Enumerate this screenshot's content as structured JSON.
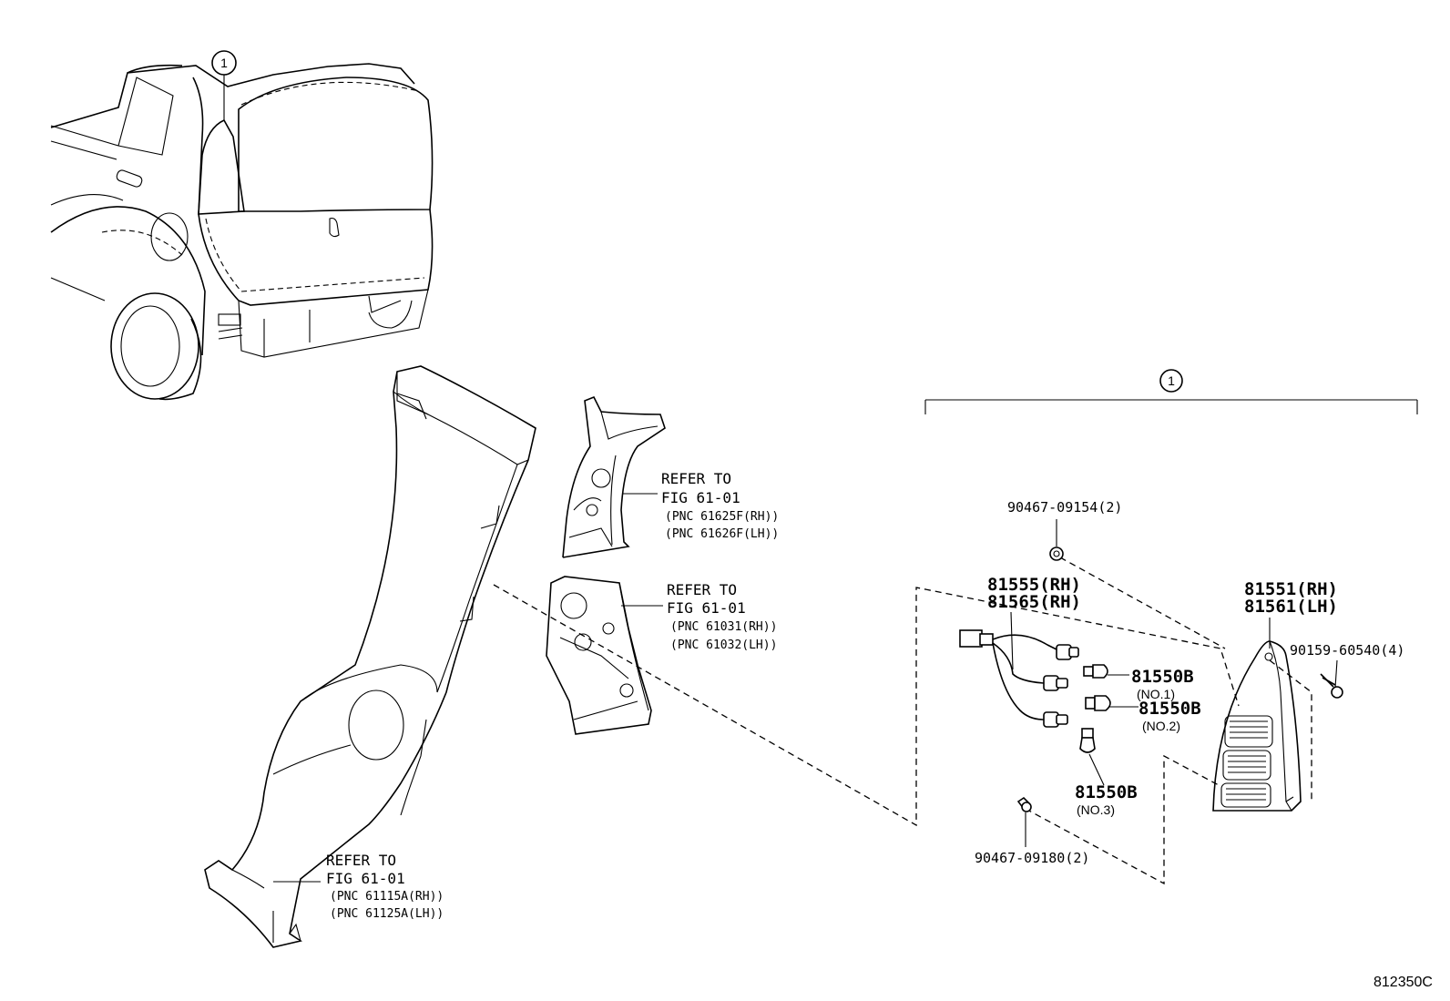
{
  "callout_top": "1",
  "callout_assembly": "1",
  "refs": {
    "quarter_panel": {
      "line1": "REFER TO",
      "line2": "FIG 61-01",
      "pnc_rh": "(PNC 61115A(RH))",
      "pnc_lh": "(PNC 61125A(LH))"
    },
    "inner_panel_upper": {
      "line1": "REFER TO",
      "line2": "FIG 61-01",
      "pnc_rh": "(PNC 61625F(RH))",
      "pnc_lh": "(PNC 61626F(LH))"
    },
    "inner_panel_lower": {
      "line1": "REFER TO",
      "line2": "FIG 61-01",
      "pnc_rh": "(PNC 61031(RH))",
      "pnc_lh": "(PNC 61032(LH))"
    }
  },
  "parts": {
    "screw_top": "90467-09154(2)",
    "screw_bottom": "90467-09180(2)",
    "socket_rh": "81555(RH)",
    "socket_lh": "81565(RH)",
    "lamp_rh": "81551(RH)",
    "lamp_lh": "81561(LH)",
    "bolt": "90159-60540(4)",
    "bulb1": {
      "pn": "81550B",
      "note": "(NO.1)"
    },
    "bulb2": {
      "pn": "81550B",
      "note": "(NO.2)"
    },
    "bulb3": {
      "pn": "81550B",
      "note": "(NO.3)"
    }
  },
  "figure_id": "812350C"
}
